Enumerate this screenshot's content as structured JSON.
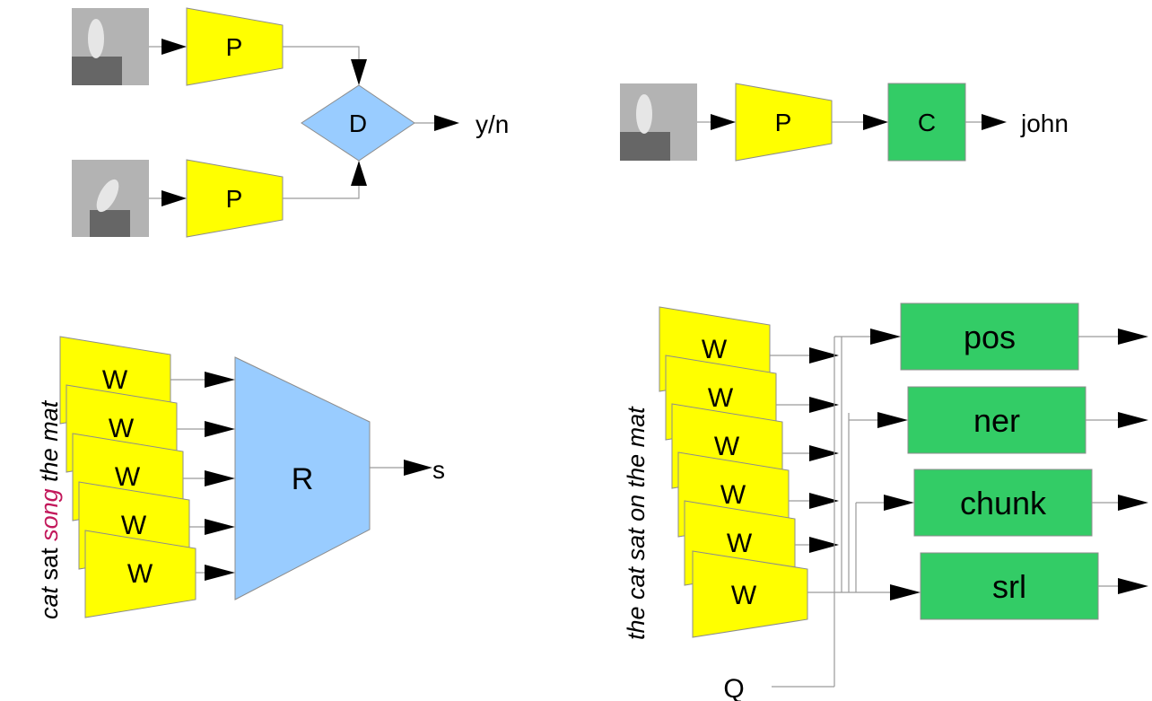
{
  "colors": {
    "feature_block": "#ffff00",
    "combiner_block": "#99ccff",
    "classifier_block": "#33cc66",
    "highlight_word": "#c2185b",
    "thumbnail_bg": "#b3b3b3",
    "thumbnail_dark": "#666666",
    "thumbnail_oval": "#e6e6e6"
  },
  "panels": {
    "verification": {
      "block_top": "P",
      "block_bottom": "P",
      "combiner": "D",
      "output": "y/n"
    },
    "identification": {
      "block_feature": "P",
      "block_classifier": "C",
      "output": "john"
    },
    "sentence": {
      "words": [
        {
          "text": "cat",
          "italic": true,
          "highlight": false
        },
        {
          "text": "sat",
          "italic": false,
          "highlight": false
        },
        {
          "text": "song",
          "italic": true,
          "highlight": true
        },
        {
          "text": "the",
          "italic": true,
          "highlight": false
        },
        {
          "text": "mat",
          "italic": true,
          "highlight": false
        }
      ],
      "word_blocks": [
        "W",
        "W",
        "W",
        "W",
        "W"
      ],
      "combiner": "R",
      "output": "s"
    },
    "tagging": {
      "sentence": "the cat sat on the mat",
      "word_blocks": [
        "W",
        "W",
        "W",
        "W",
        "W",
        "W"
      ],
      "tasks": [
        "pos",
        "ner",
        "chunk",
        "srl"
      ],
      "query": "Q"
    }
  }
}
